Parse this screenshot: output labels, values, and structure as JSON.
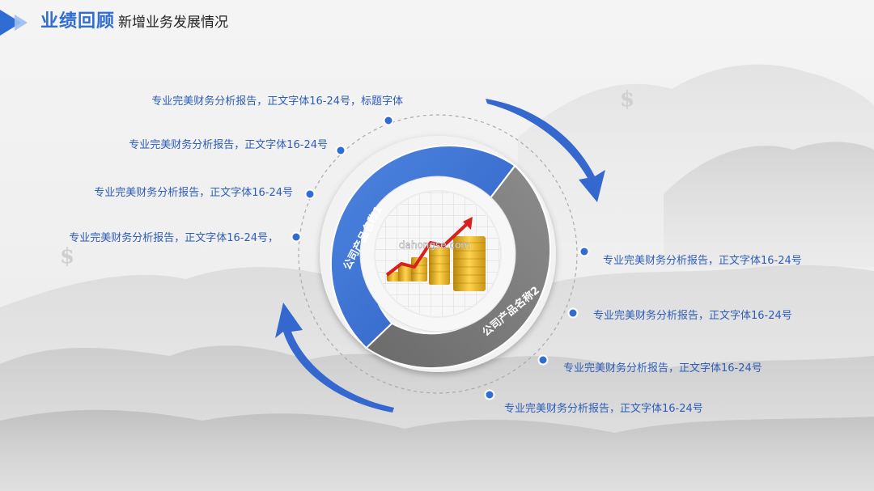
{
  "header": {
    "title": "业绩回顾",
    "subtitle": "新增业务发展情况"
  },
  "ring": {
    "segment1_label": "公司产品名称1",
    "segment2_label": "公司产品名称2",
    "center_watermark": "dahongse.com",
    "colors": {
      "blue": "#3a6fcf",
      "gray": "#7c7c7c",
      "arrow": "#3468cf"
    }
  },
  "left_items": [
    "专业完美财务分析报告，正文字体16-24号，标题字体",
    "专业完美财务分析报告，正文字体16-24号",
    "专业完美财务分析报告，正文字体16-24号",
    "专业完美财务分析报告，正文字体16-24号，"
  ],
  "right_items": [
    "专业完美财务分析报告，正文字体16-24号",
    "专业完美财务分析报告，正文字体16-24号",
    "专业完美财务分析报告，正文字体16-24号",
    "专业完美财务分析报告，正文字体16-24号"
  ],
  "decorations": {
    "dollar_icon": "$"
  }
}
